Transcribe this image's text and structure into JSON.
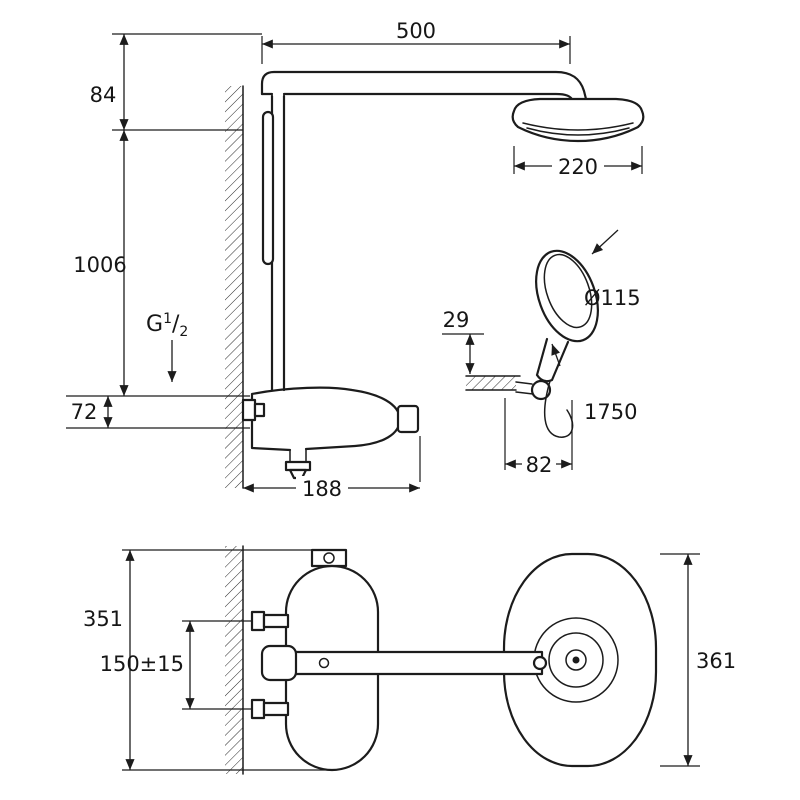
{
  "drawing": {
    "background": "#ffffff",
    "line_color": "#1c1c1c",
    "side_view": {
      "dim_arm_length": "500",
      "dim_arm_drop": "84",
      "dim_head_diameter": "220",
      "dim_riser_height": "1006",
      "thread": {
        "prefix": "G",
        "numerator": "1",
        "slash": "/",
        "denominator": "2"
      },
      "dim_inlet_spacing": "72",
      "dim_body_length": "188",
      "dim_holder_offset": "29",
      "dim_handshower_diameter": "Ø115",
      "dim_hose_length": "1750",
      "dim_holder_spacing": "82"
    },
    "plan_view": {
      "dim_body_height": "351",
      "dim_connection_spacing": "150±15",
      "dim_head_width": "361"
    }
  }
}
